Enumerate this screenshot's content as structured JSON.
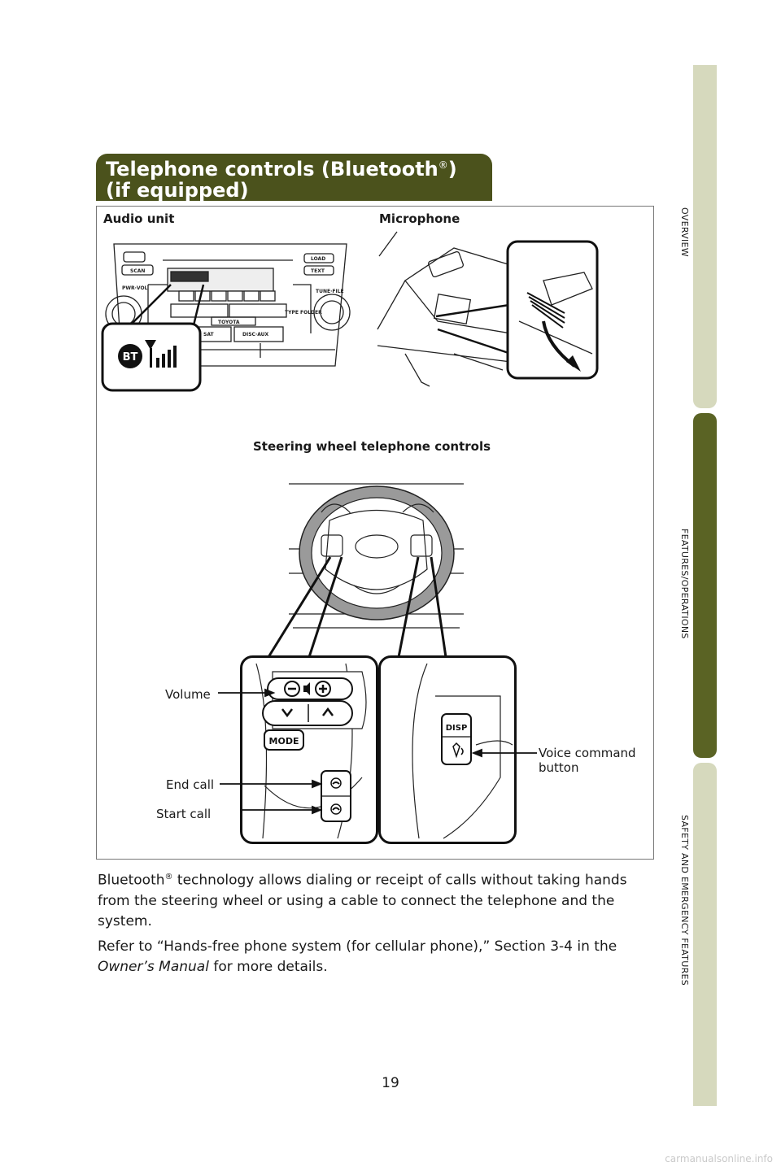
{
  "side_tabs": [
    {
      "label": "OVERVIEW"
    },
    {
      "label": "FEATURES/OPERATIONS"
    },
    {
      "label": "SAFETY AND EMERGENCY FEATURES"
    }
  ],
  "banner": {
    "line1": "Telephone controls (Bluetooth",
    "reg": "®",
    "line1_end": ")",
    "line2": "(if equipped)"
  },
  "figure": {
    "audio_unit_label": "Audio unit",
    "microphone_label": "Microphone",
    "steering_label": "Steering wheel telephone controls",
    "callouts": {
      "volume": "Volume",
      "end_call": "End call",
      "start_call": "Start call",
      "voice_command_line1": "Voice command",
      "voice_command_line2": "button"
    },
    "radio_labels": {
      "load": "LOAD",
      "text": "TEXT",
      "scan": "SCAN",
      "pwr": "PWR·VOL",
      "tune": "TUNE·FILE",
      "type": "TYPE FOLDER",
      "toyota": "TOYOTA",
      "sat": "SAT",
      "disc": "DISC·AUX",
      "bt": "BT"
    },
    "switch_labels": {
      "mode": "MODE",
      "disp": "DISP"
    }
  },
  "body": {
    "para1_a": "Bluetooth",
    "para1_reg": "®",
    "para1_b": " technology allows dialing or receipt of calls without taking hands from the steering wheel or using a cable to connect the telephone and the system.",
    "para2_a": "Refer to “Hands-free phone system (for cellular phone),” Section 3-4 in the ",
    "para2_italic": "Owner’s Manual",
    "para2_b": " for more details."
  },
  "page_number": "19",
  "watermark": "carmanualsonline.info"
}
